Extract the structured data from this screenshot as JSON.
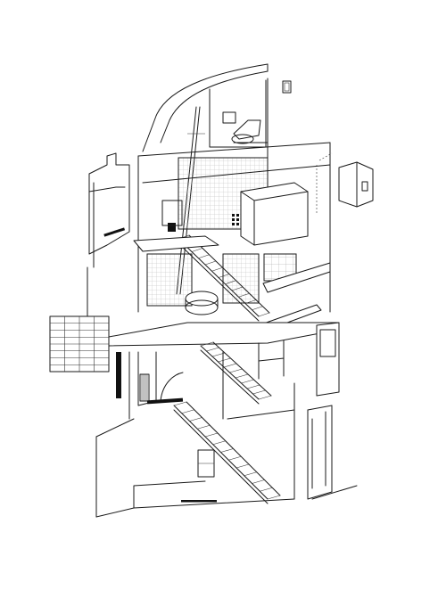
{
  "drawing": {
    "type": "axonometric-section",
    "colors": {
      "ink": "#1a1a1a",
      "paper": "#ffffff",
      "grid": "#b8b8b8"
    },
    "stairs": [
      {
        "name": "upper-stair",
        "steps": 12
      },
      {
        "name": "middle-stair",
        "steps": 10
      },
      {
        "name": "lower-stair",
        "steps": 12
      }
    ]
  }
}
